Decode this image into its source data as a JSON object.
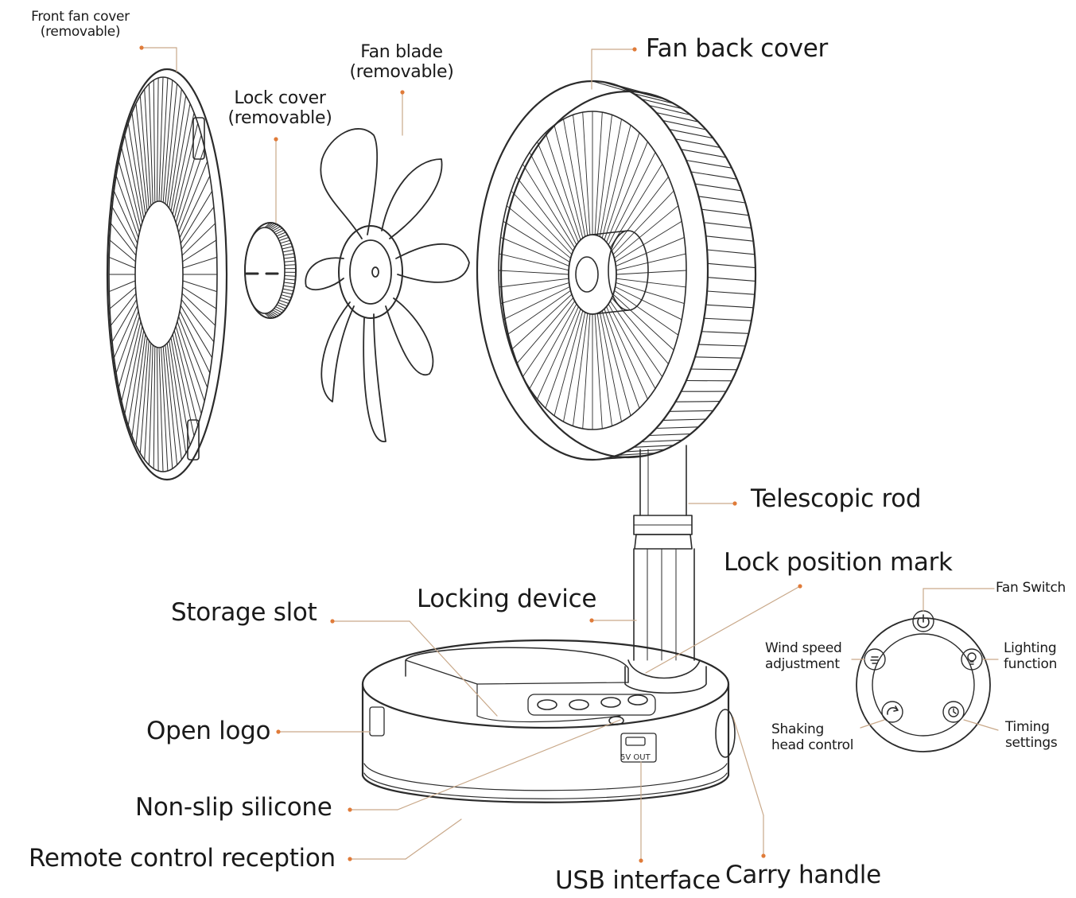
{
  "labels": {
    "front_fan_cover": [
      "Front fan cover",
      "(removable)"
    ],
    "lock_cover": [
      "Lock cover",
      "(removable)"
    ],
    "fan_blade": [
      "Fan blade",
      "(removable)"
    ],
    "fan_back_cover": "Fan back cover",
    "telescopic_rod": "Telescopic rod",
    "lock_position_mark": "Lock position mark",
    "locking_device": "Locking device",
    "storage_slot": "Storage slot",
    "open_logo": "Open logo",
    "non_slip_silicone": "Non-slip silicone",
    "remote_control_reception": "Remote control reception",
    "usb_interface": "USB interface",
    "carry_handle": "Carry handle",
    "usb_port_text": "5V OUT"
  },
  "control_panel": {
    "fan_switch": "Fan Switch",
    "wind_speed": [
      "Wind speed",
      "adjustment"
    ],
    "lighting": [
      "Lighting",
      "function"
    ],
    "shaking_head": [
      "Shaking",
      "head control"
    ],
    "timing": [
      "Timing",
      "settings"
    ]
  },
  "colors": {
    "line": "#2b2b2b",
    "leader": "#c9a98a",
    "dot": "#e07b39"
  },
  "icons": {
    "fan_switch": "power-icon",
    "wind_speed": "fan-speed-icon",
    "lighting": "bulb-icon",
    "shaking_head": "rotate-icon",
    "timing": "clock-icon"
  }
}
